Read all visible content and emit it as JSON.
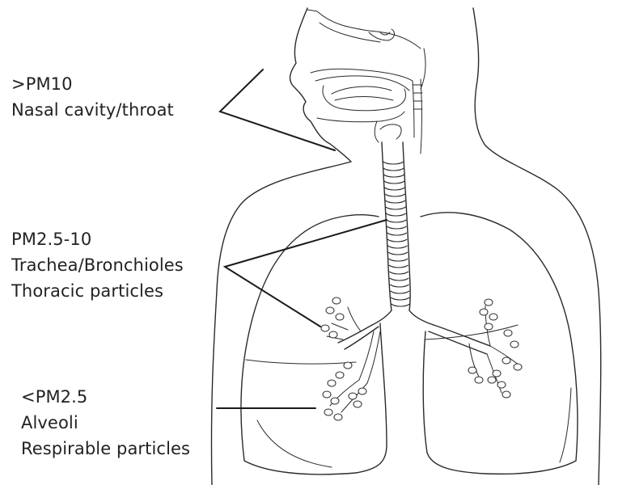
{
  "labels": {
    "upper_airway": {
      "size_class": ">PM10",
      "region": "Nasal cavity/throat"
    },
    "thoracic": {
      "size_class": "PM2.5-10",
      "region": "Trachea/Bronchioles",
      "particle_type": "Thoracic particles"
    },
    "respirable": {
      "size_class": "<PM2.5",
      "region": "Alveoli",
      "particle_type": "Respirable particles"
    }
  }
}
